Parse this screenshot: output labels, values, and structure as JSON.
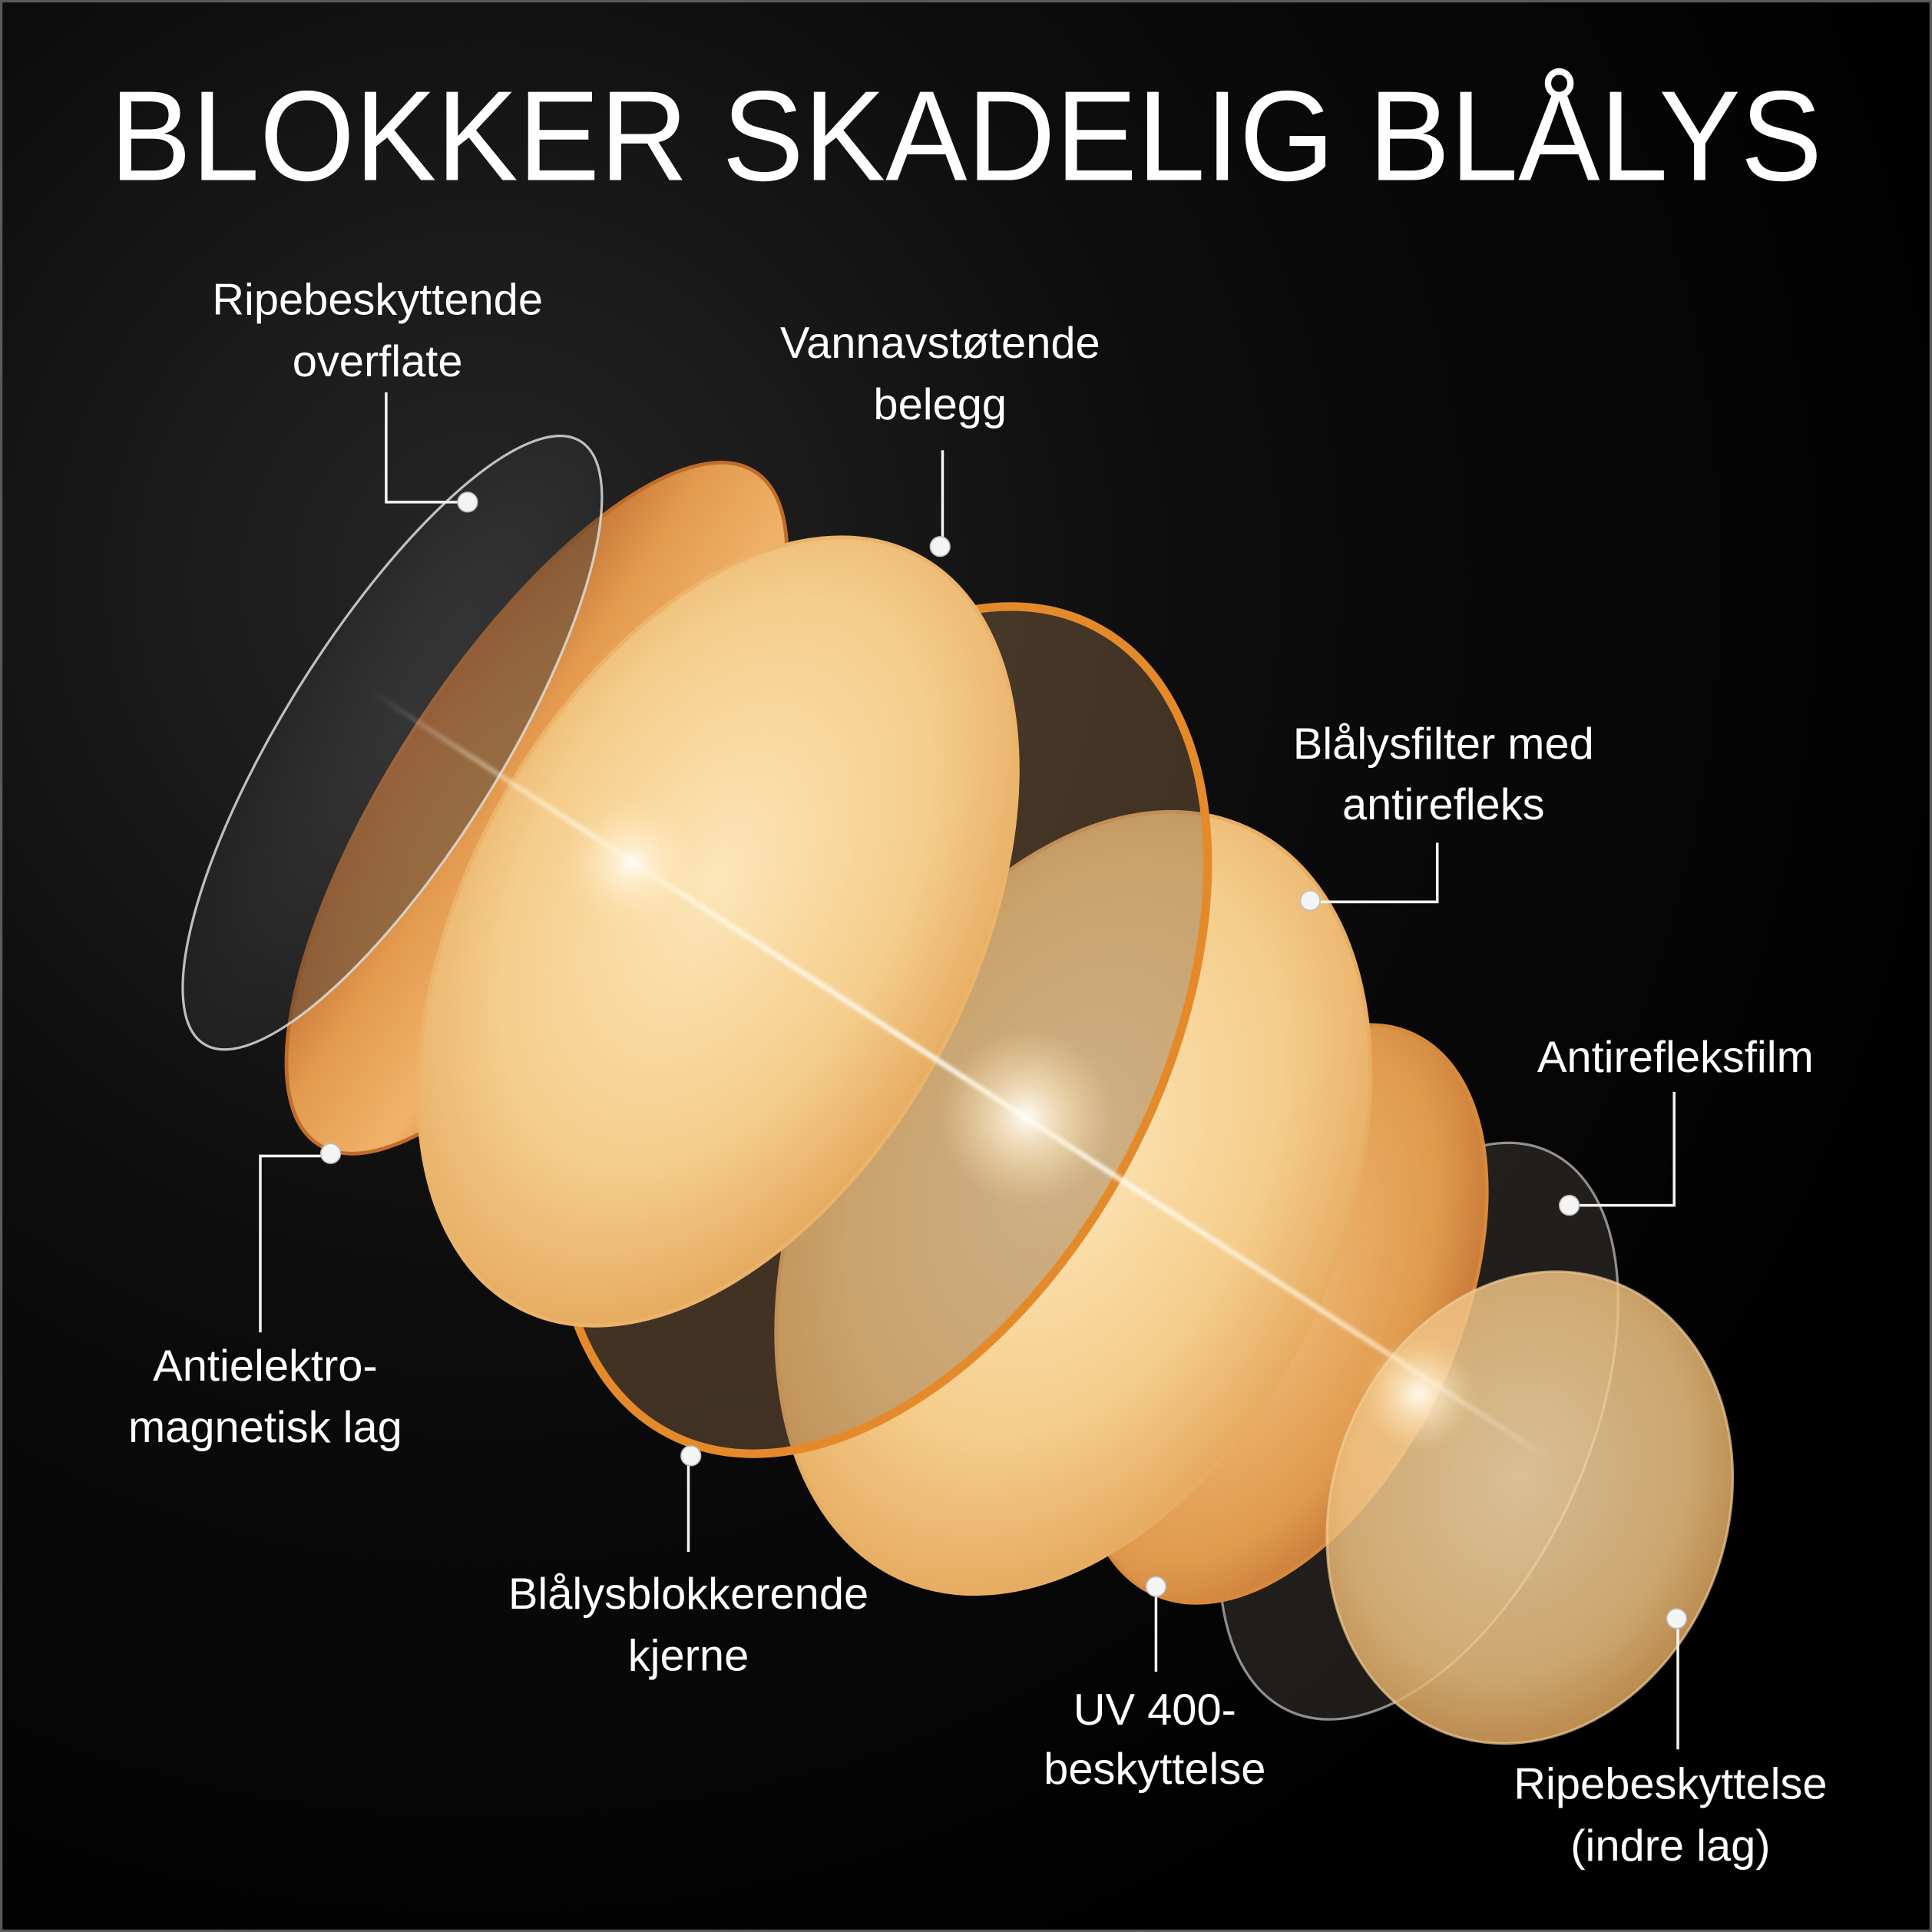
{
  "title": "BLOKKER SKADELIG BLÅLYS",
  "labels": {
    "scratch_outer": [
      "Ripebeskyttende",
      "overflate"
    ],
    "water_repellent": [
      "Vannavstøtende",
      "belegg"
    ],
    "bluelight_filter": [
      "Blålysfilter med",
      "antirefleks"
    ],
    "antireflex_film": [
      "Antirefleksfilm"
    ],
    "anti_em": [
      "Antielektro-",
      "magnetisk lag"
    ],
    "bluelight_core": [
      "Blålysblokkerende",
      "kjerne"
    ],
    "uv400": [
      "UV 400-",
      "beskyttelse"
    ],
    "scratch_inner": [
      "Ripebeskyttelse",
      "(indre lag)"
    ]
  },
  "colors": {
    "text": "#ffffff",
    "background": "#000000",
    "lens_gold": "#f5cd8c",
    "lens_orange": "#d98a3a"
  }
}
